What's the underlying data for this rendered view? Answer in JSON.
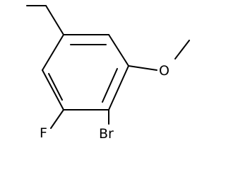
{
  "molecule": {
    "atom_labels": {
      "oxygen": "O",
      "fluorine": "F",
      "bromine": "Br"
    }
  }
}
